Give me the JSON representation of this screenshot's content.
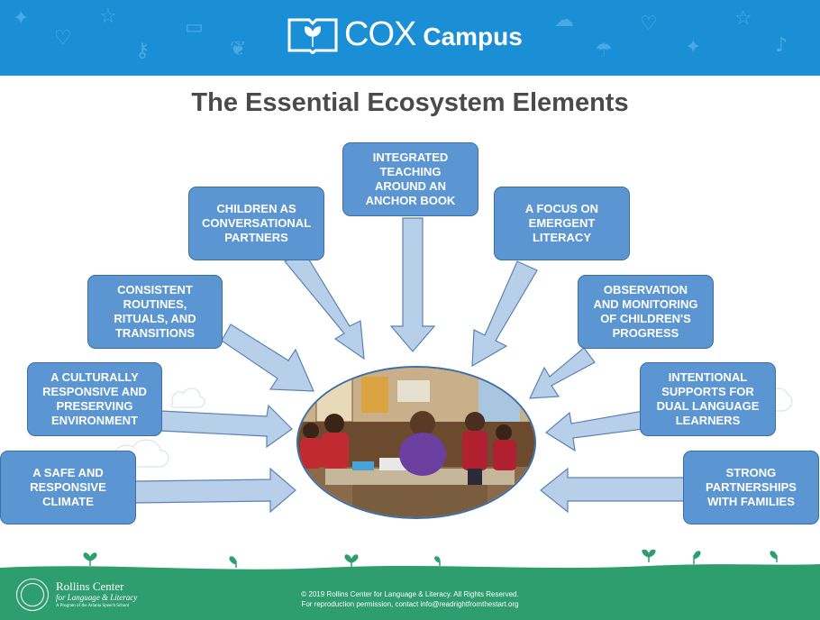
{
  "header": {
    "brand_cox": "COX",
    "brand_campus": "Campus"
  },
  "title": "The Essential Ecosystem Elements",
  "elements": [
    {
      "id": "safe-climate",
      "label": "A SAFE AND\nRESPONSIVE\nCLIMATE"
    },
    {
      "id": "culturally-responsive",
      "label": "A CULTURALLY\nRESPONSIVE AND\nPRESERVING\nENVIRONMENT"
    },
    {
      "id": "consistent-routines",
      "label": "CONSISTENT\nROUTINES,\nRITUALS, AND\nTRANSITIONS"
    },
    {
      "id": "conversational-partners",
      "label": "CHILDREN AS\nCONVERSATIONAL\nPARTNERS"
    },
    {
      "id": "integrated-teaching",
      "label": "INTEGRATED\nTEACHING\nAROUND AN\nANCHOR BOOK"
    },
    {
      "id": "emergent-literacy",
      "label": "A FOCUS ON\nEMERGENT\nLITERACY"
    },
    {
      "id": "observation-monitoring",
      "label": "OBSERVATION\nAND MONITORING\nOF CHILDREN'S\nPROGRESS"
    },
    {
      "id": "dual-language",
      "label": "INTENTIONAL\nSUPPORTS FOR\nDUAL LANGUAGE\nLEARNERS"
    },
    {
      "id": "family-partnerships",
      "label": "STRONG\nPARTNERSHIPS\nWITH FAMILIES"
    }
  ],
  "footer": {
    "org_name": "Rollins Center",
    "org_subtitle": "for Language & Literacy",
    "org_tagline": "A Program of the Atlanta Speech School",
    "copyright_line1": "© 2019 Rollins Center for Language & Literacy. All Rights Reserved.",
    "copyright_line2": "For reproduction permission, contact info@readrightfromthestart.org"
  },
  "colors": {
    "header_blue": "#1b8fd6",
    "box_blue": "#5b96d3",
    "arrow_fill": "#b8cfea",
    "footer_green": "#2e9e6e"
  }
}
